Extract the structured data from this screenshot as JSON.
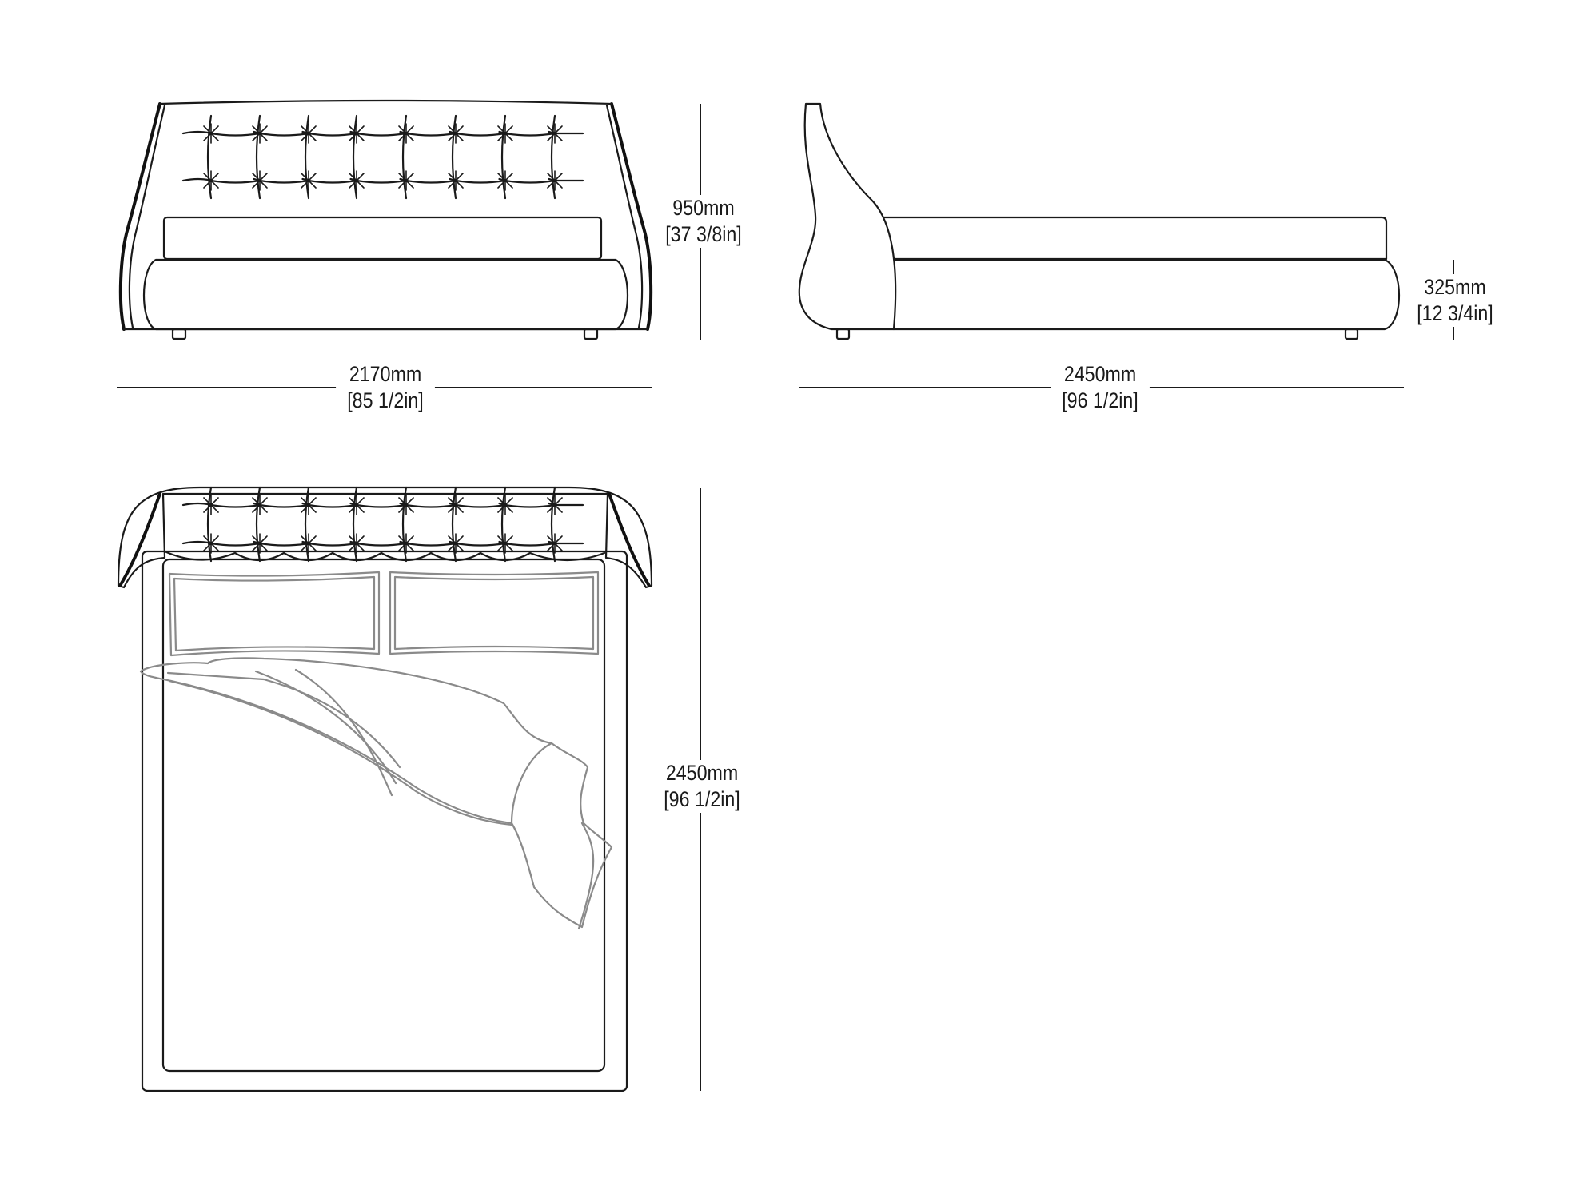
{
  "front_view": {
    "height_mm": "950mm",
    "height_in": "[37 3/8in]",
    "width_mm": "2170mm",
    "width_in": "[85 1/2in]"
  },
  "side_view": {
    "base_height_mm": "325mm",
    "base_height_in": "[12 3/4in]",
    "length_mm": "2450mm",
    "length_in": "[96 1/2in]"
  },
  "top_view": {
    "length_mm": "2450mm",
    "length_in": "[96 1/2in]"
  },
  "colors": {
    "line": "#1a1a1a",
    "bedding": "#8a8a8a",
    "background": "#ffffff"
  }
}
